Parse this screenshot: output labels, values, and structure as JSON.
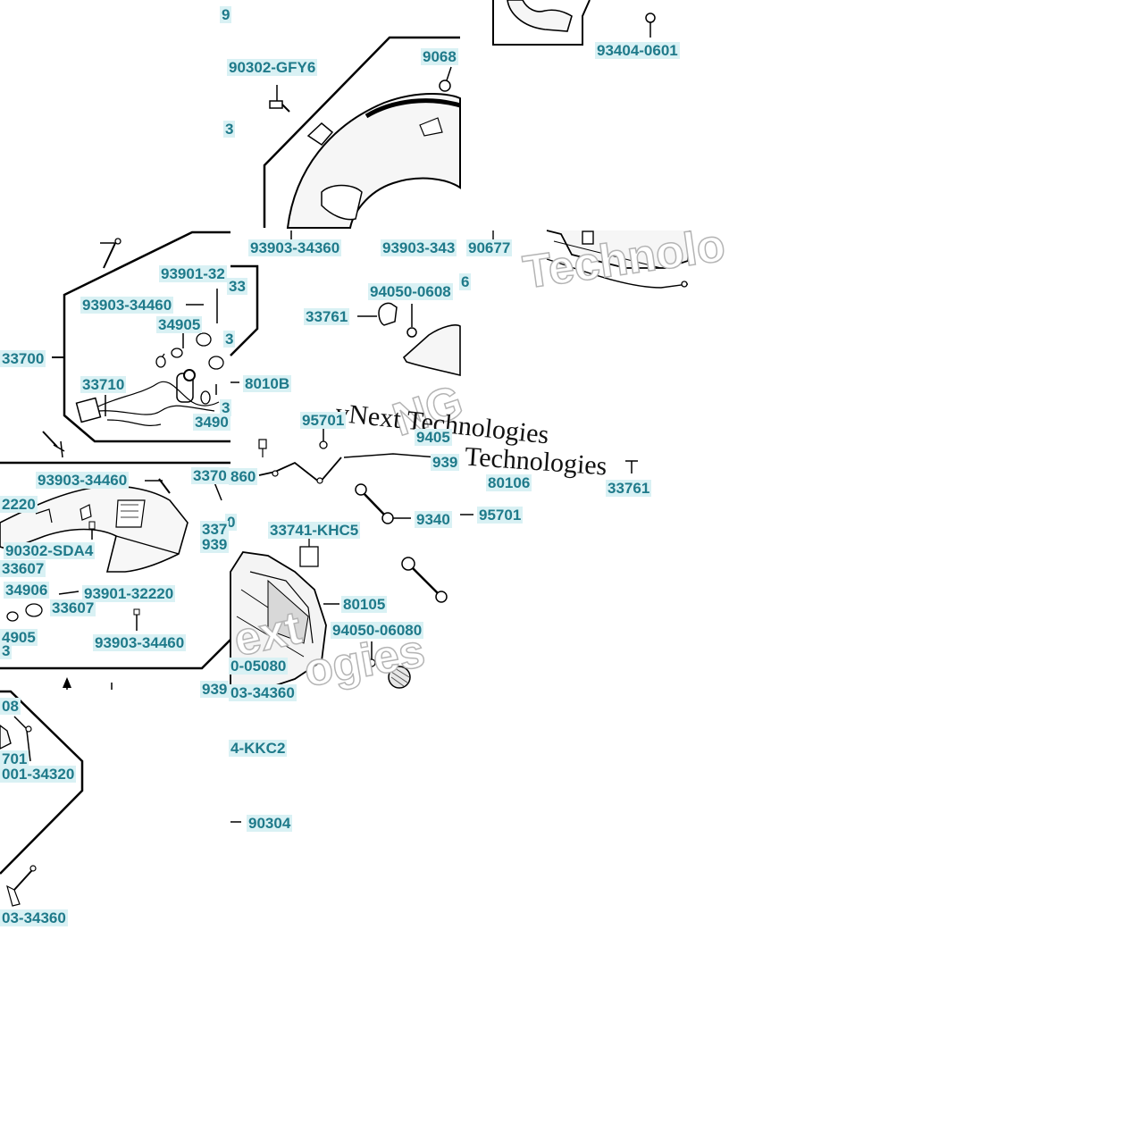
{
  "colors": {
    "label_text": "#1f7a8a",
    "label_bg": "#d9f1f4",
    "line": "#000000",
    "part_fill": "#f4f4f4"
  },
  "watermark": {
    "line1": "vNext Technologies",
    "line2": "Technologies",
    "ghost1": "Technolo",
    "ghost2": "NG",
    "ghost3": "ext",
    "ghost4": "ogies"
  },
  "labels": {
    "t_a": [
      "9",
      "90302-GFY6",
      "9068",
      "3",
      "93903-34360",
      "93903-343",
      "93404-0601",
      "90677"
    ],
    "t_b": [
      "93901-32",
      "33",
      "93903-34460",
      "34905",
      "3",
      "33700",
      "33710",
      "8010B",
      "3",
      "3490",
      "94050-0608",
      "6",
      "33761",
      "95701",
      "9405",
      "939",
      "80106",
      "33761"
    ],
    "t_c": [
      "93903-34460",
      "3370",
      "2220",
      "0",
      "337",
      "939",
      "90302-SDA4",
      "33607",
      "34906",
      "93901-32220",
      "33607",
      "4905",
      "3",
      "93903-34460",
      "860",
      "33741-KHC5",
      "9340",
      "95701",
      "80105",
      "94050-06080",
      "0-05080",
      "939",
      "03-34360"
    ],
    "t_d": [
      "08",
      "701",
      "001-34320",
      "4-KKC2",
      "90304",
      "03-34360"
    ]
  }
}
